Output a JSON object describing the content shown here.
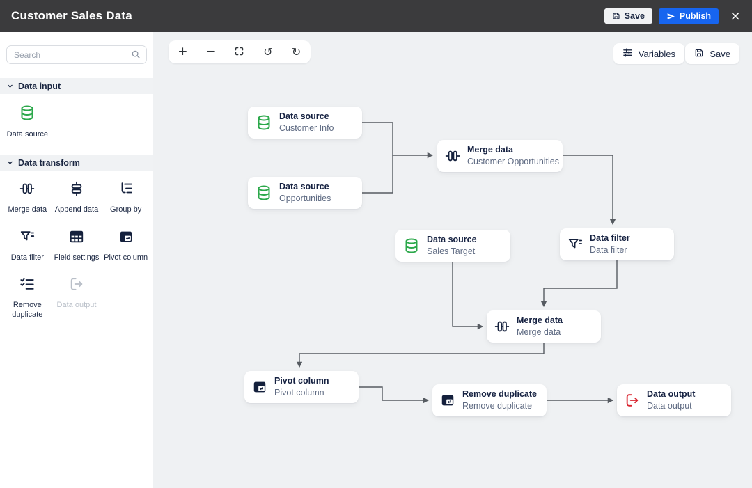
{
  "header": {
    "title": "Customer Sales Data",
    "save": "Save",
    "publish": "Publish"
  },
  "sidebar": {
    "search_placeholder": "Search",
    "section_input": {
      "label": "Data input"
    },
    "section_transform": {
      "label": "Data transform"
    },
    "items": {
      "data_source": "Data source",
      "merge_data": "Merge data",
      "append_data": "Append data",
      "group_by": "Group by",
      "data_filter": "Data filter",
      "field_settings": "Field settings",
      "pivot_column": "Pivot column",
      "remove_duplicate": "Remove duplicate",
      "data_output": "Data output"
    }
  },
  "canvas_toolbar": {
    "variables": "Variables",
    "save": "Save"
  },
  "icons": {
    "plus": "+",
    "minus": "−",
    "undo": "↺",
    "redo": "↻",
    "close": "×"
  },
  "nodes": [
    {
      "title": "Data source",
      "subtitle": "Customer Info"
    },
    {
      "title": "Data source",
      "subtitle": "Opportunities"
    },
    {
      "title": "Merge data",
      "subtitle": "Customer Opportunities"
    },
    {
      "title": "Data source",
      "subtitle": "Sales Target"
    },
    {
      "title": "Data filter",
      "subtitle": "Data filter"
    },
    {
      "title": "Merge data",
      "subtitle": "Merge data"
    },
    {
      "title": "Pivot column",
      "subtitle": "Pivot column"
    },
    {
      "title": "Remove duplicate",
      "subtitle": "Remove duplicate"
    },
    {
      "title": "Data output",
      "subtitle": "Data output"
    }
  ],
  "colors": {
    "header_bg": "#3B3B3D",
    "accent_blue": "#1765EF",
    "icon_navy": "#14203C",
    "database_green": "#2BA84A",
    "output_red": "#D9232E",
    "canvas_bg": "#EFF1F3",
    "disabled_gray": "#B9BFC8"
  }
}
